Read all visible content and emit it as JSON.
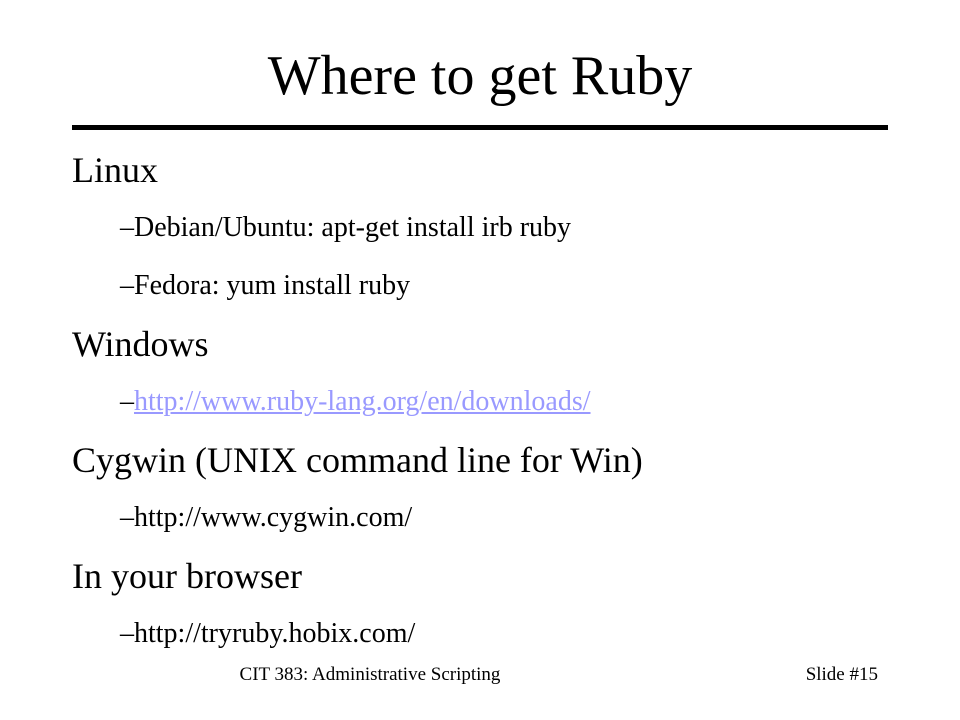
{
  "slide": {
    "title": "Where to get Ruby",
    "sections": [
      {
        "heading": "Linux",
        "items": [
          {
            "dash": "–",
            "text": "Debian/Ubuntu: apt-get install irb ruby"
          },
          {
            "dash": "–",
            "text": "Fedora: yum install ruby"
          }
        ]
      },
      {
        "heading": "Windows",
        "items": [
          {
            "dash": "–",
            "text": "http://www.ruby-lang.org/en/downloads/"
          }
        ]
      },
      {
        "heading": "Cygwin (UNIX command line for Win)",
        "items": [
          {
            "dash": "–",
            "text": "http://www.cygwin.com/"
          }
        ]
      },
      {
        "heading": "In your browser",
        "items": [
          {
            "dash": "–",
            "text": "http://tryruby.hobix.com/"
          }
        ]
      }
    ]
  },
  "footer": {
    "course": "CIT 383: Administrative Scripting",
    "slide_number": "Slide #15"
  },
  "colors": {
    "background": "#ffffff",
    "text": "#000000",
    "link": "#9999ff"
  }
}
